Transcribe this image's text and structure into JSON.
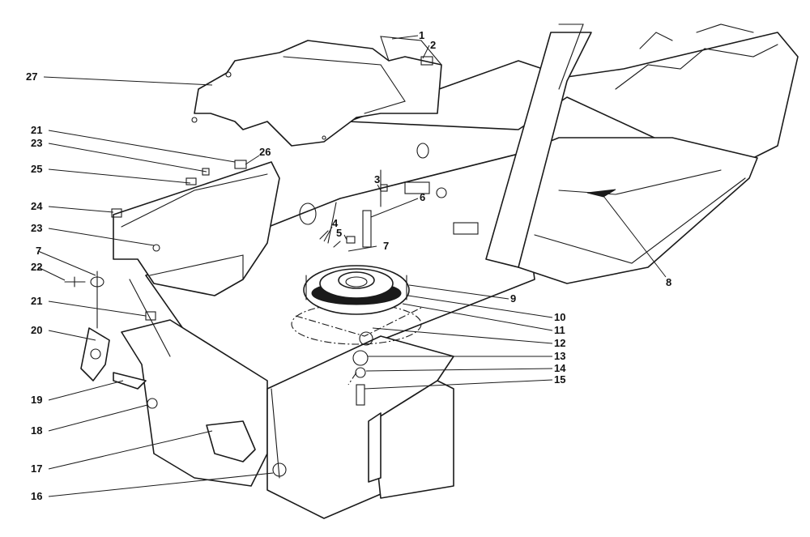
{
  "callouts": {
    "c1": "1",
    "c2": "2",
    "c3": "3",
    "c4": "4",
    "c5": "5",
    "c6": "6",
    "c7a": "7",
    "c7b": "7",
    "c8": "8",
    "c9": "9",
    "c10": "10",
    "c11": "11",
    "c12": "12",
    "c13": "13",
    "c14": "14",
    "c15": "15",
    "c16": "16",
    "c17": "17",
    "c18": "18",
    "c19": "19",
    "c20": "20",
    "c21a": "21",
    "c21b": "21",
    "c22": "22",
    "c23a": "23",
    "c23b": "23",
    "c24": "24",
    "c25": "25",
    "c26": "26",
    "c27": "27"
  }
}
